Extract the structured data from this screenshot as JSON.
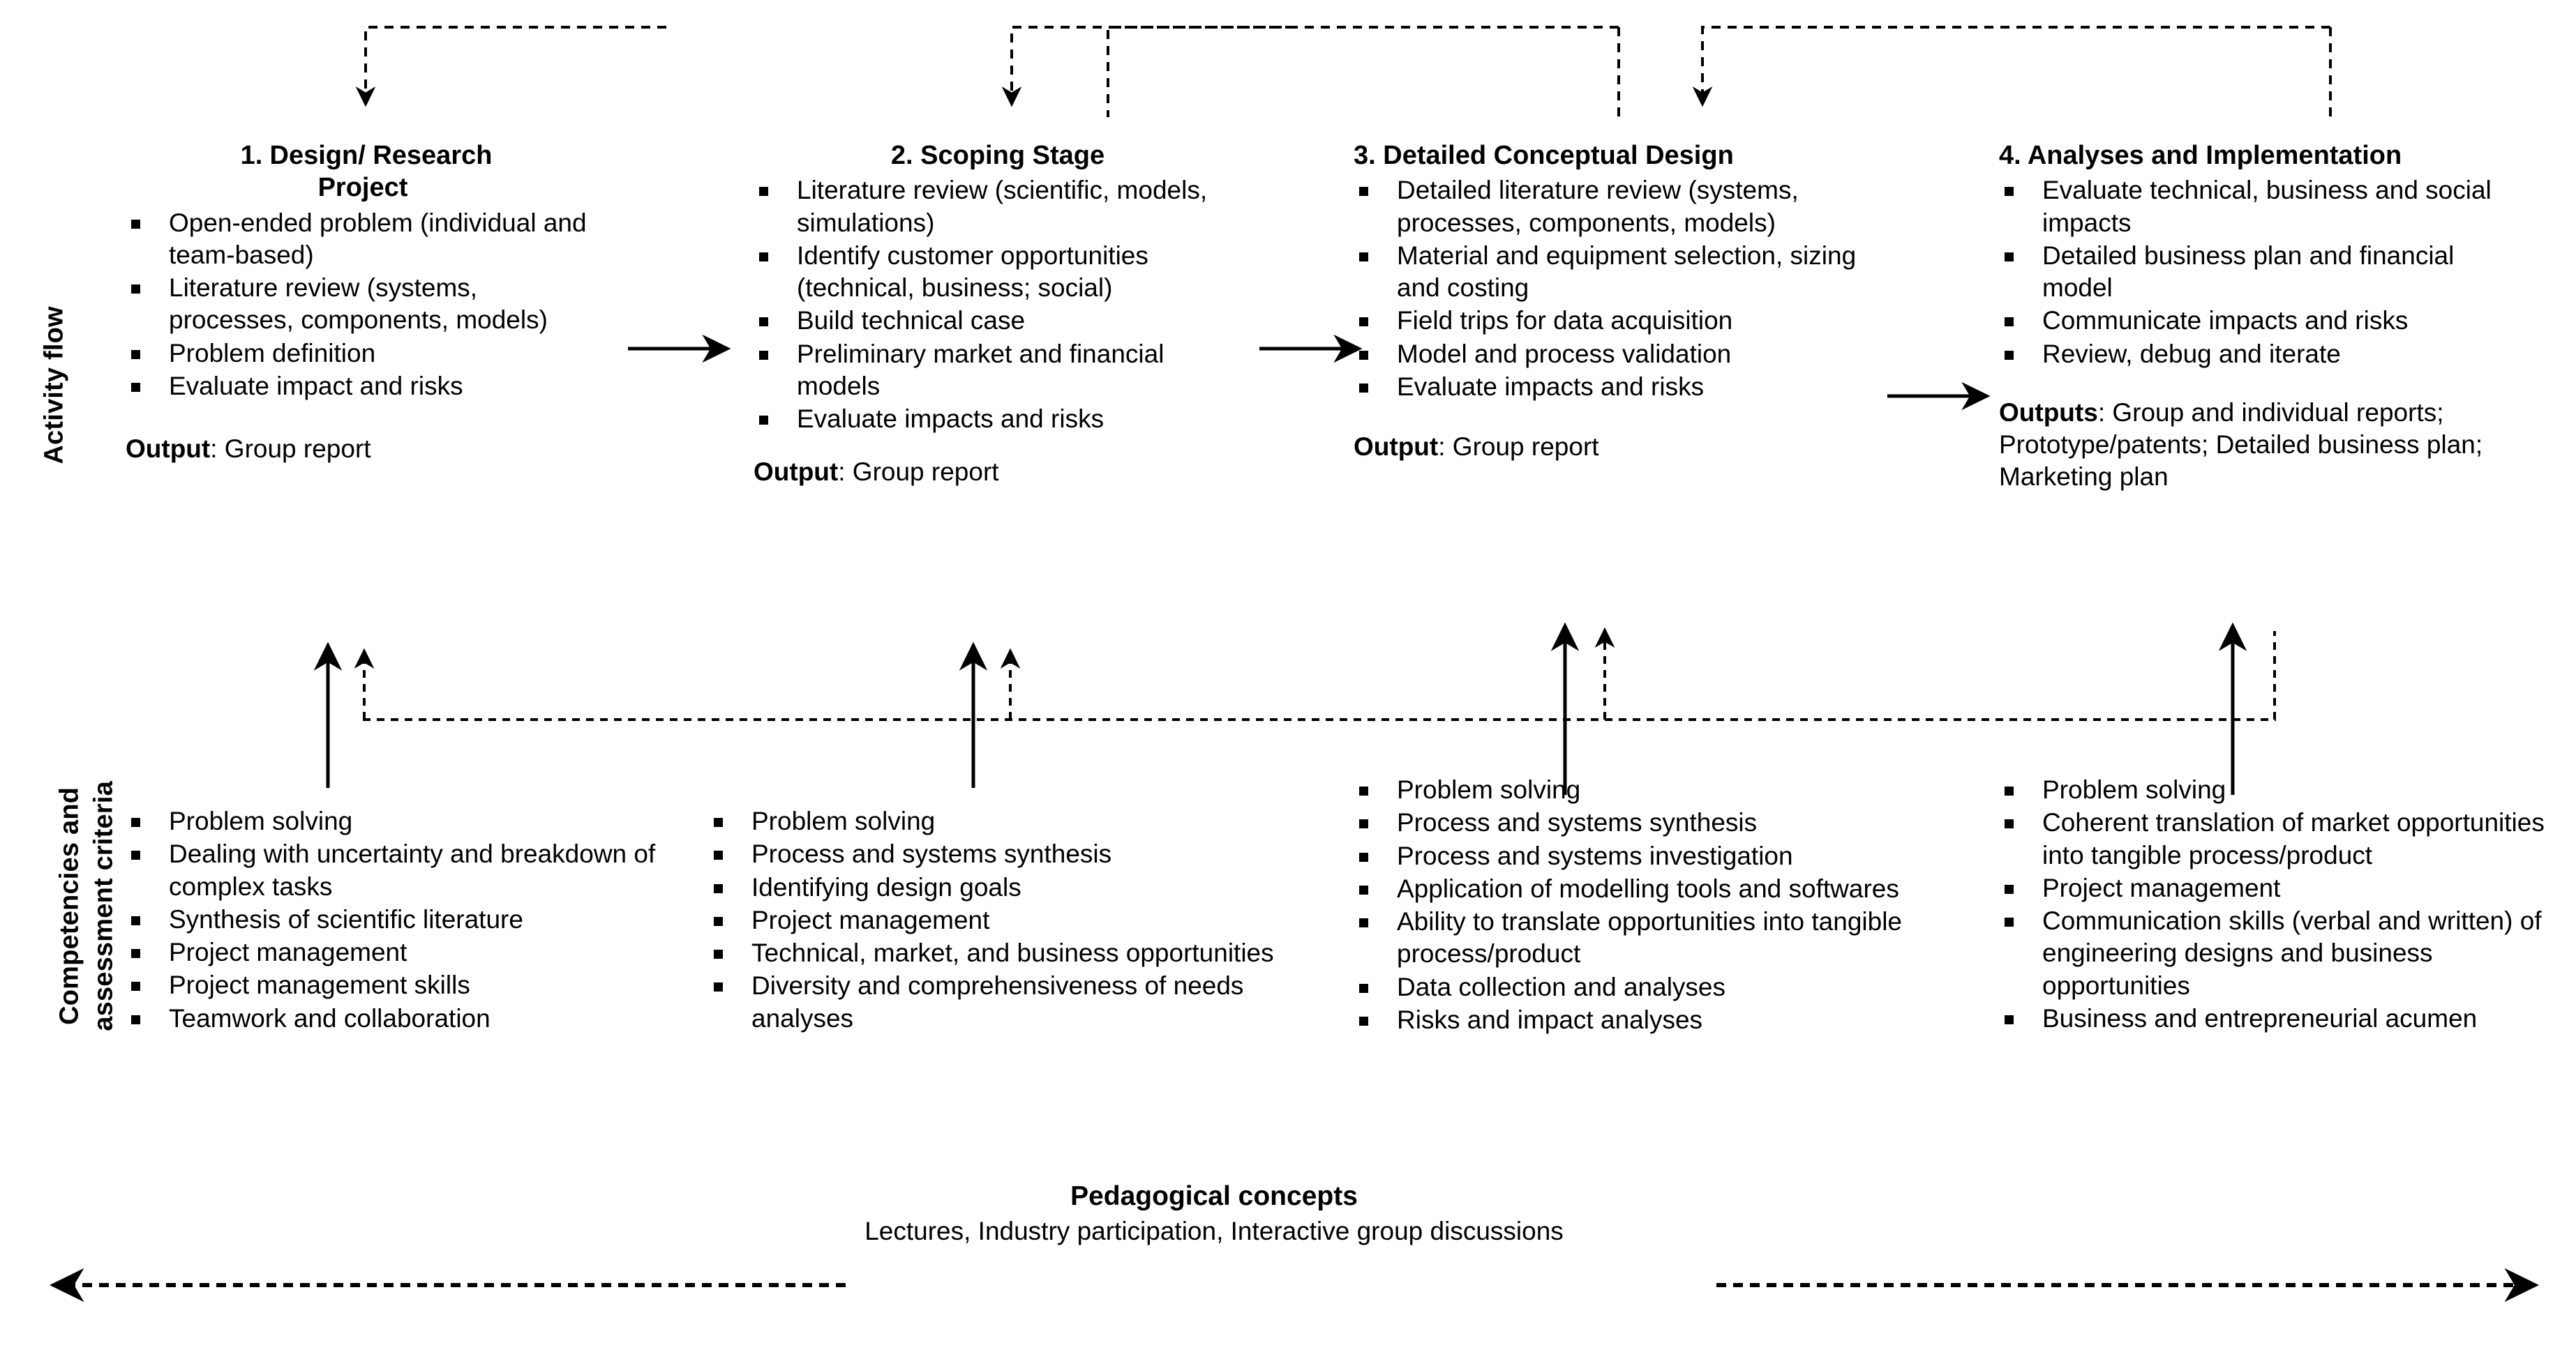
{
  "axes": {
    "activity_flow": "Activity flow",
    "competencies_line1": "Competencies and",
    "competencies_line2": "assessment criteria"
  },
  "colors": {
    "ink": "#000000",
    "background": "#ffffff"
  },
  "stages": [
    {
      "number": "1.",
      "title": "Design/ Research",
      "title_line2": "Project",
      "bullets": [
        "Open-ended problem (individual and team-based)",
        "Literature review (systems, processes, components, models)",
        "Problem definition",
        "Evaluate impact and risks"
      ],
      "output_label": "Output",
      "output_value": ": Group report"
    },
    {
      "number": "2.",
      "title": "2. Scoping Stage",
      "bullets": [
        "Literature review (scientific, models, simulations)",
        "Identify customer opportunities (technical, business; social)",
        "Build technical case",
        "Preliminary market and financial models",
        "Evaluate impacts and risks"
      ],
      "output_label": "Output",
      "output_value": ": Group report"
    },
    {
      "number": "3.",
      "title": "3. Detailed Conceptual Design",
      "bullets": [
        "Detailed literature review (systems, processes, components, models)",
        "Material and equipment selection, sizing and costing",
        "Field trips for data acquisition",
        "Model and process validation",
        "Evaluate impacts and risks"
      ],
      "output_label": "Output",
      "output_value": ": Group report"
    },
    {
      "number": "4.",
      "title": "4. Analyses and Implementation",
      "bullets": [
        "Evaluate technical, business and social impacts",
        "Detailed business plan and financial model",
        "Communicate impacts and risks",
        "Review, debug and iterate"
      ],
      "output_label": "Outputs",
      "output_value": ": Group  and individual reports; Prototype/patents; Detailed business plan; Marketing plan"
    }
  ],
  "competencies": [
    {
      "stage": "1",
      "items": [
        "Problem solving",
        "Dealing with uncertainty and breakdown of complex tasks",
        "Synthesis of scientific literature",
        "Project management",
        "Project management skills",
        "Teamwork and collaboration"
      ]
    },
    {
      "stage": "2",
      "items": [
        "Problem solving",
        "Process  and systems synthesis",
        "Identifying  design goals",
        "Project management",
        "Technical, market, and business opportunities",
        "Diversity and comprehensiveness of needs analyses"
      ]
    },
    {
      "stage": "3",
      "items": [
        "Problem solving",
        "Process and systems synthesis",
        "Process and systems investigation",
        "Application of modelling tools and softwares",
        "Ability to translate opportunities into tangible process/product",
        "Data collection and analyses",
        "Risks and impact analyses"
      ]
    },
    {
      "stage": "4",
      "items": [
        "Problem solving",
        "Coherent translation of market opportunities into tangible process/product",
        "Project management",
        "Communication skills (verbal and written) of engineering designs and business opportunities",
        "Business and entrepreneurial acumen"
      ]
    }
  ],
  "pedagogy": {
    "title": "Pedagogical concepts",
    "subtitle": "Lectures, Industry participation, Interactive group discussions"
  }
}
